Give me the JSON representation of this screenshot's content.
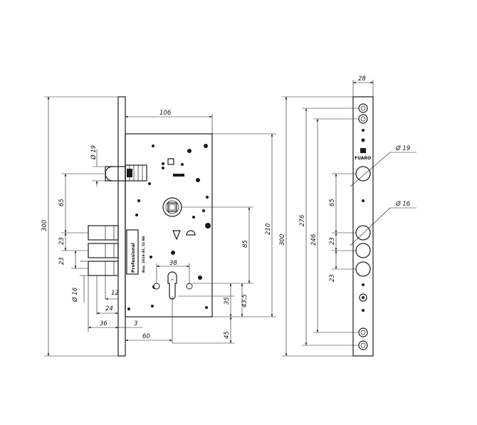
{
  "dimensions": {
    "lock_width": "106",
    "bolt_diameter": "Ø 19",
    "total_height": "300",
    "bolt_spacing_top": "65",
    "bolt_gap_1": "23",
    "bolt_gap_2": "23",
    "bolt_diameter_small": "Ø 16",
    "latch_offset": "12",
    "dim_24": "24",
    "dim_36": "36",
    "dim_3": "3",
    "backset": "60",
    "cylinder_width": "38",
    "spindle_to_cylinder": "85",
    "body_height": "210",
    "dim_35": "35",
    "dim_43_5": "43,5",
    "dim_45": "45",
    "faceplate_width": "28",
    "faceplate_bolt_diameter": "Ø 19",
    "faceplate_height": "300",
    "faceplate_dim_276": "276",
    "faceplate_dim_246": "246",
    "faceplate_dim_65": "65",
    "faceplate_bolt_diameter_small": "Ø 16",
    "faceplate_gap_1": "23",
    "faceplate_gap_2": "23"
  },
  "labels": {
    "brand": "Professional",
    "model_code": "Вар. 1624-40, 52 B8",
    "faceplate_brand": "FUARO"
  }
}
